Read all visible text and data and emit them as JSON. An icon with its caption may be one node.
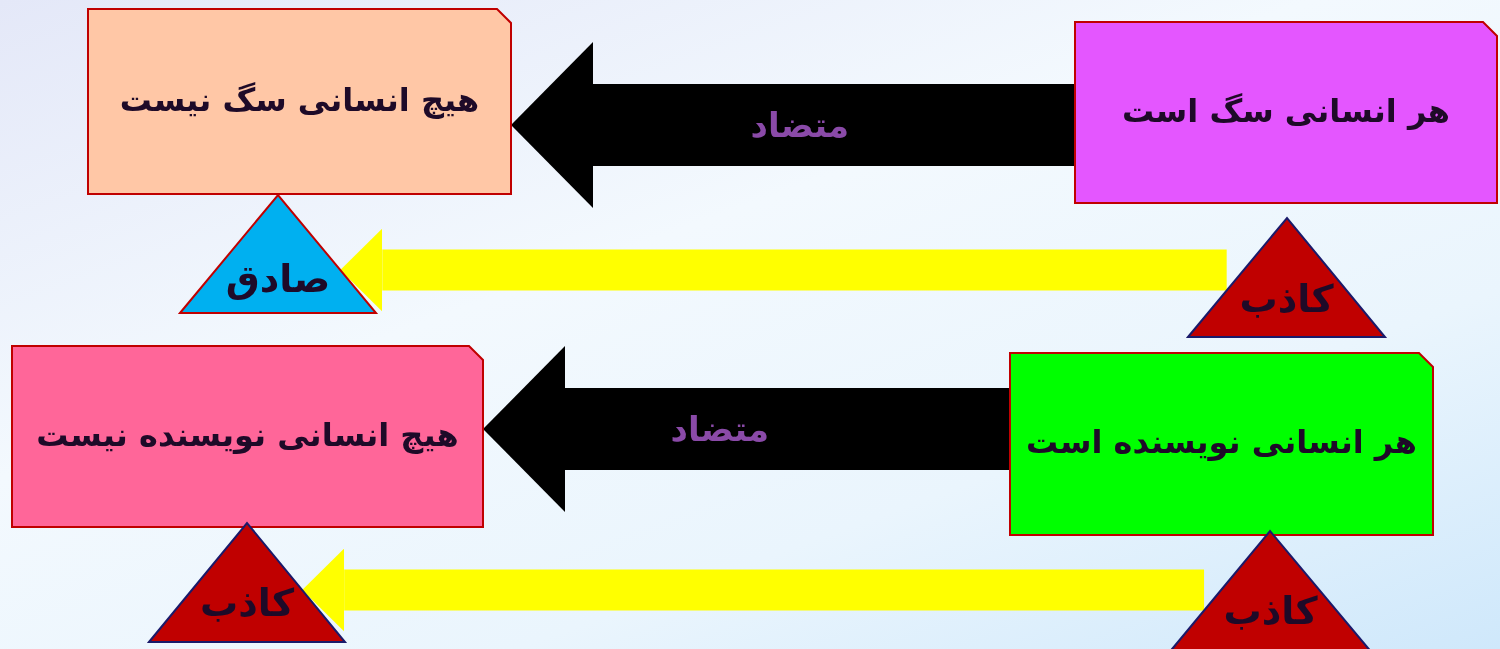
{
  "diagram": {
    "nodes": [
      {
        "text": [
          "هیچ انسانی سگ نیست"
        ]
      },
      {
        "text": [
          "هر انسانی سگ است"
        ]
      },
      {
        "text": [
          "صادق"
        ]
      },
      {
        "text": [
          "کاذب"
        ]
      },
      {
        "text": [
          "هیچ انسانی نویسنده نیست"
        ]
      },
      {
        "text": [
          "هر انسانی نویسنده است"
        ]
      },
      {
        "text": [
          "کاذب"
        ]
      },
      {
        "text": [
          "کاذب"
        ]
      }
    ],
    "edges": [
      {
        "from": 1,
        "to": 0,
        "arrow": "to",
        "label": "متضاد",
        "style": "thick",
        "color": "#000000"
      },
      {
        "from": 3,
        "to": 2,
        "arrow": "to",
        "color": "#ffff00"
      },
      {
        "from": 5,
        "to": 4,
        "arrow": "to",
        "label": "متضاد",
        "style": "thick",
        "color": "#000000"
      },
      {
        "from": 7,
        "to": 6,
        "arrow": "to",
        "color": "#ffff00"
      }
    ]
  }
}
